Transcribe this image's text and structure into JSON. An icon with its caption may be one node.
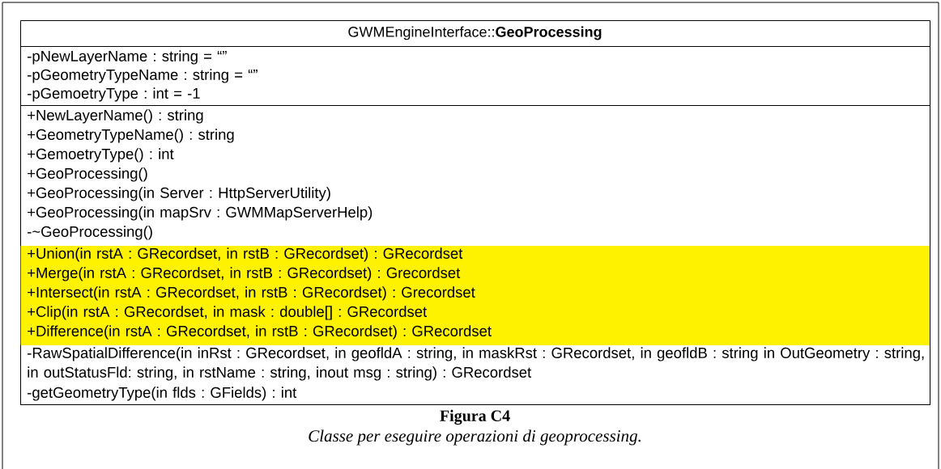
{
  "diagram": {
    "nodes": [
      {
        "text": [
          "GWMEngineInterface::**GeoProcessing**"
        ]
      },
      {
        "text": [
          "-pNewLayerName : string = “”",
          "-pGeometryTypeName : string = “”",
          "-pGemoetryType : int = -1"
        ],
        "in": 0
      },
      {
        "text": [
          "+NewLayerName() : string",
          "+GeometryTypeName() : string",
          "+GemoetryType() : int",
          "+GeoProcessing()",
          "+GeoProcessing(in Server : HttpServerUtility)",
          "+GeoProcessing(in mapSrv : GWMMapServerHelp)",
          "-~GeoProcessing()",
          "+Union(in rstA : GRecordset, in rstB : GRecordset) : GRecordset",
          "+Merge(in rstA : GRecordset, in rstB : GRecordset) : Grecordset",
          "+Intersect(in rstA : GRecordset, in rstB : GRecordset) : Grecordset",
          "+Clip(in rstA : GRecordset, in mask : double[] : GRecordset",
          "+Difference(in rstA : GRecordset, in rstB : GRecordset) : GRecordset",
          "-RawSpatialDifference(in inRst : GRecordset, in geofldA : string, in maskRst : GRecordset, in geofldB : string in OutGeometry : string, in outStatusFld: string, in rstName : string, inout msg : string) : GRecordset",
          "-getGeometryType(in flds : GFields) : int"
        ],
        "in": 0
      }
    ],
    "edges": [],
    "labels": [
      "Figura C4",
      "Classe per eseguire operazioni di geoprocessing."
    ]
  }
}
